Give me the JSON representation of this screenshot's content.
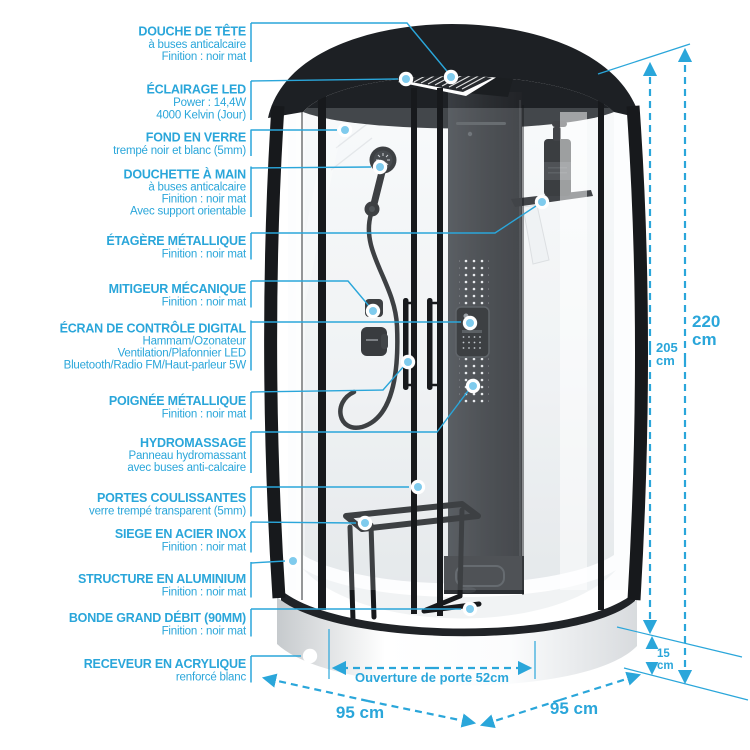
{
  "annotation_color": "#2aa6da",
  "labels": [
    {
      "title": "DOUCHE DE TÊTE",
      "lines": [
        "à buses anticalcaire",
        "Finition : noir mat"
      ]
    },
    {
      "title": "ÉCLAIRAGE LED",
      "lines": [
        "Power : 14,4W",
        "4000 Kelvin (Jour)"
      ]
    },
    {
      "title": "FOND EN VERRE",
      "lines": [
        "trempé noir et blanc (5mm)"
      ]
    },
    {
      "title": "DOUCHETTE À MAIN",
      "lines": [
        "à buses anticalcaire",
        "Finition : noir mat",
        "Avec support orientable"
      ]
    },
    {
      "title": "ÉTAGÈRE MÉTALLIQUE",
      "lines": [
        "Finition : noir mat"
      ]
    },
    {
      "title": "MITIGEUR MÉCANIQUE",
      "lines": [
        "Finition : noir mat"
      ]
    },
    {
      "title": "ÉCRAN DE CONTRÔLE DIGITAL",
      "lines": [
        "Hammam/Ozonateur",
        "Ventilation/Plafonnier LED",
        "Bluetooth/Radio FM/Haut-parleur 5W"
      ]
    },
    {
      "title": "POIGNÉE MÉTALLIQUE",
      "lines": [
        "Finition : noir mat"
      ]
    },
    {
      "title": "HYDROMASSAGE",
      "lines": [
        "Panneau hydromassant",
        "avec buses anti-calcaire"
      ]
    },
    {
      "title": "PORTES COULISSANTES",
      "lines": [
        "verre trempé transparent (5mm)"
      ]
    },
    {
      "title": "SIEGE EN ACIER INOX",
      "lines": [
        "Finition : noir mat"
      ]
    },
    {
      "title": "STRUCTURE EN ALUMINIUM",
      "lines": [
        "Finition : noir mat"
      ]
    },
    {
      "title": "BONDE GRAND DÉBIT (90MM)",
      "lines": [
        "Finition : noir mat"
      ]
    },
    {
      "title": "RECEVEUR EN ACRYLIQUE",
      "lines": [
        "renforcé blanc"
      ]
    }
  ],
  "dimensions": {
    "total_height": {
      "value": "220",
      "unit": "cm"
    },
    "inner_height": {
      "value": "205",
      "unit": "cm"
    },
    "base_height": {
      "value": "15",
      "unit": "cm"
    },
    "width_left": "95 cm",
    "width_right": "95 cm",
    "door_opening": "Ouverture de porte 52cm"
  }
}
